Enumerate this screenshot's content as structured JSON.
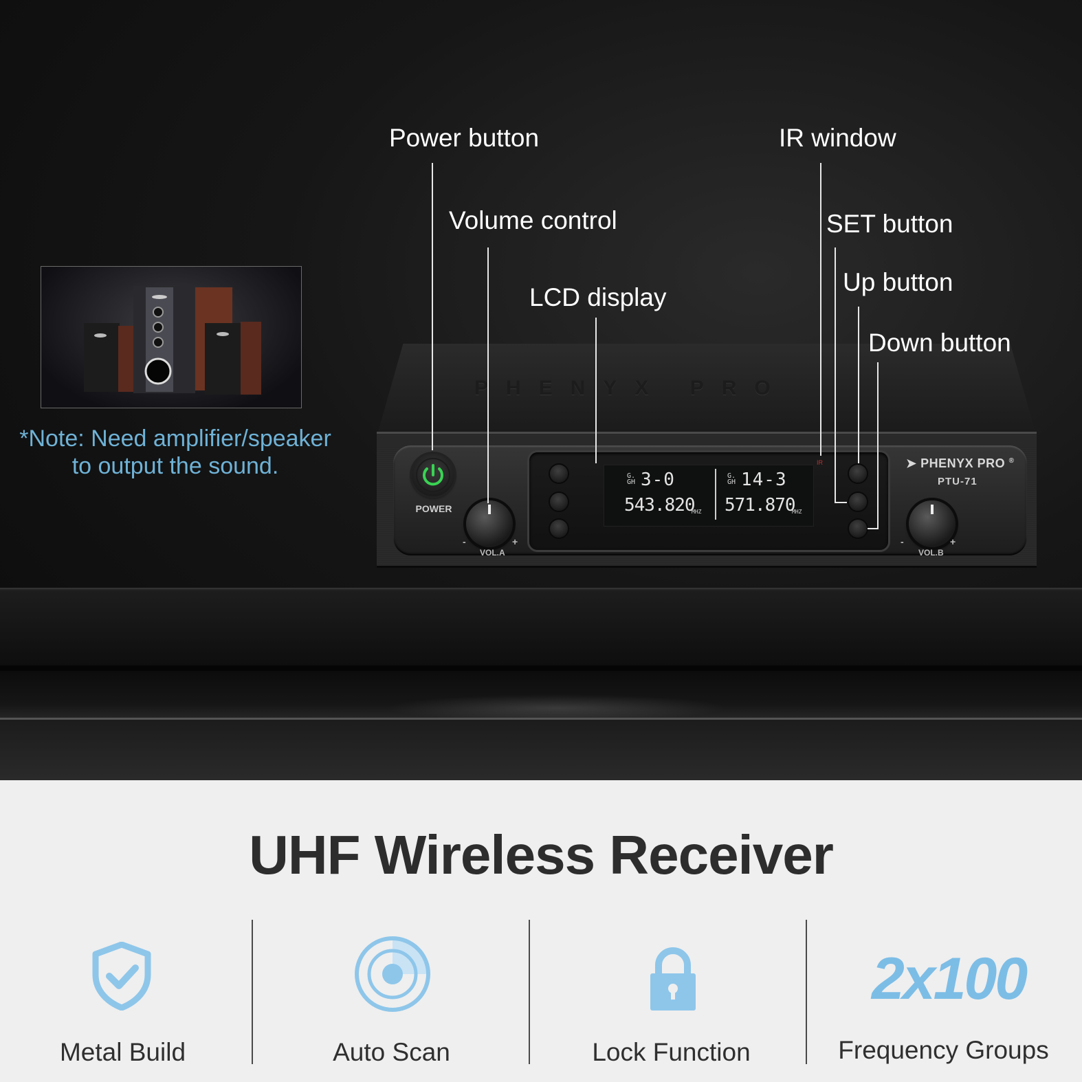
{
  "callouts": {
    "power_button": "Power button",
    "volume_control": "Volume control",
    "lcd_display": "LCD display",
    "ir_window": "IR window",
    "set_button": "SET button",
    "up_button": "Up button",
    "down_button": "Down button"
  },
  "note": {
    "line1": "*Note: Need amplifier/speaker",
    "line2": "to output the sound."
  },
  "device": {
    "brand": "PHENYX PRO",
    "brand_emboss": "PHENYX PRO",
    "model": "PTU-71",
    "power_label": "POWER",
    "vol_a": "VOL.A",
    "vol_b": "VOL.B",
    "minus": "-",
    "plus": "+",
    "ir_label": "IR",
    "lcd": {
      "a": {
        "gch": "G. GH",
        "channel": "3-0",
        "frequency": "543.820",
        "unit": "MHZ"
      },
      "b": {
        "gch": "G. GH",
        "channel": "14-3",
        "frequency": "571.870",
        "unit": "MHZ"
      }
    }
  },
  "headline": "UHF Wireless Receiver",
  "features": [
    {
      "label": "Metal Build",
      "icon": "shield-check-icon"
    },
    {
      "label": "Auto Scan",
      "icon": "radar-scan-icon"
    },
    {
      "label": "Lock Function",
      "icon": "padlock-icon"
    },
    {
      "label": "Frequency Groups",
      "stat": "2x100"
    }
  ],
  "colors": {
    "accent": "#7cbde6",
    "note_text": "#6fb2d6",
    "power_ring": "#39d353",
    "headline": "#2d2d2d"
  }
}
